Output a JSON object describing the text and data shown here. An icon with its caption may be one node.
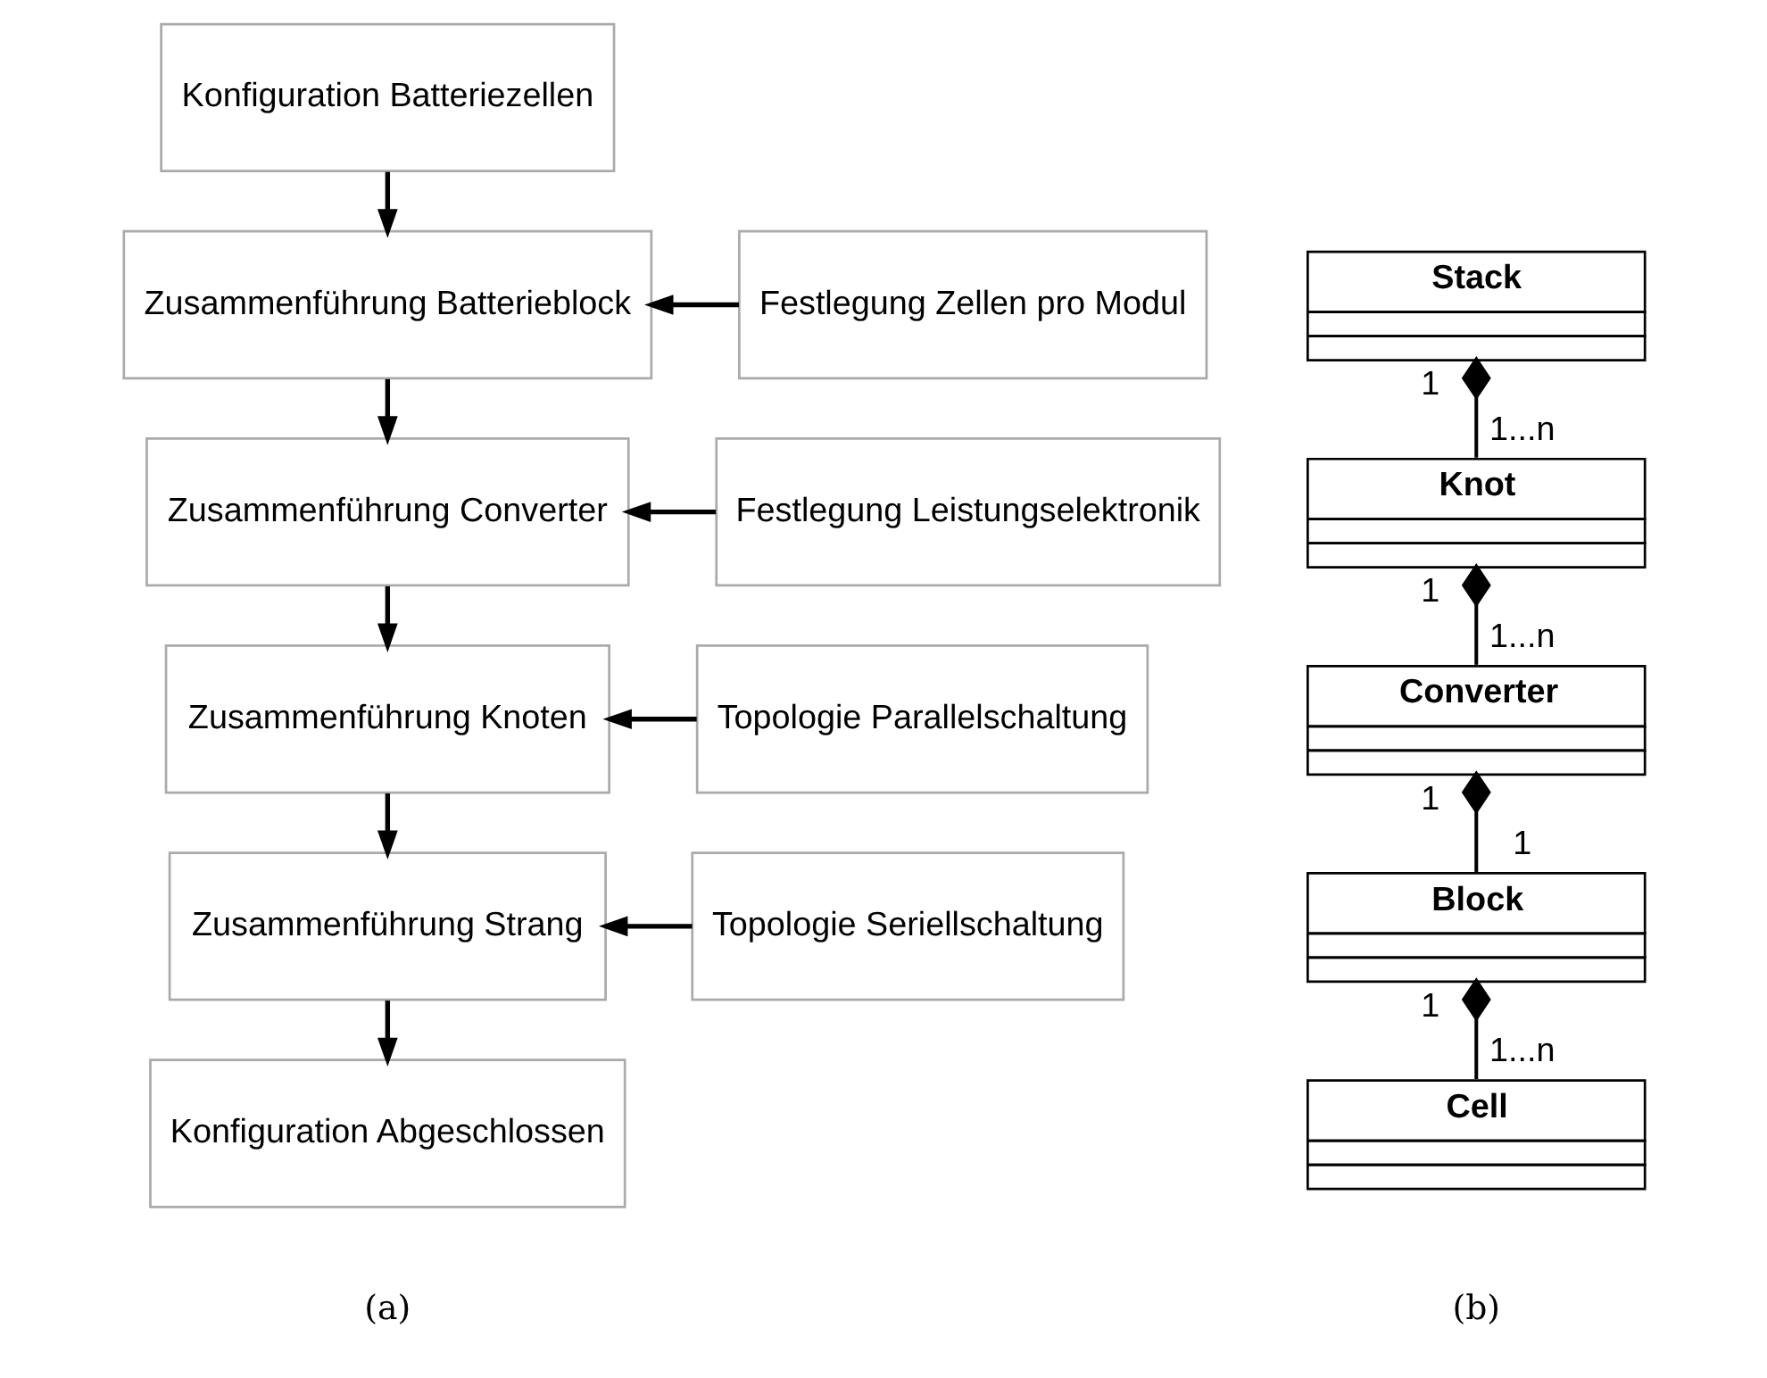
{
  "diagram": {
    "nodes": [
      {
        "text": [
          "Konfiguration Batteriezellen"
        ]
      },
      {
        "text": [
          "Zusammenführung Batterieblock"
        ]
      },
      {
        "text": [
          "Festlegung Zellen pro Modul"
        ]
      },
      {
        "text": [
          "Zusammenführung Converter"
        ]
      },
      {
        "text": [
          "Festlegung Leistungselektronik"
        ]
      },
      {
        "text": [
          "Zusammenführung Knoten"
        ]
      },
      {
        "text": [
          "Topologie Parallelschaltung"
        ]
      },
      {
        "text": [
          "Zusammenführung Strang"
        ]
      },
      {
        "text": [
          "Topologie Seriellschaltung"
        ]
      },
      {
        "text": [
          "Konfiguration Abgeschlossen"
        ]
      },
      {
        "text": [
          "Stack"
        ]
      },
      {
        "text": [
          "Knot"
        ]
      },
      {
        "text": [
          "Converter"
        ]
      },
      {
        "text": [
          "Block"
        ]
      },
      {
        "text": [
          "Cell"
        ]
      }
    ],
    "edges": [
      {
        "from": 0,
        "to": 1,
        "arrow": "to"
      },
      {
        "from": 2,
        "to": 1,
        "arrow": "to"
      },
      {
        "from": 1,
        "to": 3,
        "arrow": "to"
      },
      {
        "from": 4,
        "to": 3,
        "arrow": "to"
      },
      {
        "from": 3,
        "to": 5,
        "arrow": "to"
      },
      {
        "from": 6,
        "to": 5,
        "arrow": "to"
      },
      {
        "from": 5,
        "to": 7,
        "arrow": "to"
      },
      {
        "from": 8,
        "to": 7,
        "arrow": "to"
      },
      {
        "from": 7,
        "to": 9,
        "arrow": "to"
      },
      {
        "from": 10,
        "to": 11,
        "arrow": "other"
      },
      {
        "from": 11,
        "to": 12,
        "arrow": "other"
      },
      {
        "from": 12,
        "to": 13,
        "arrow": "other"
      },
      {
        "from": 13,
        "to": 14,
        "arrow": "other"
      }
    ],
    "labels": [
      "1",
      "1...n",
      "1",
      "1...n",
      "1",
      "1",
      "1",
      "1...n",
      "(a)",
      "(b)"
    ]
  }
}
